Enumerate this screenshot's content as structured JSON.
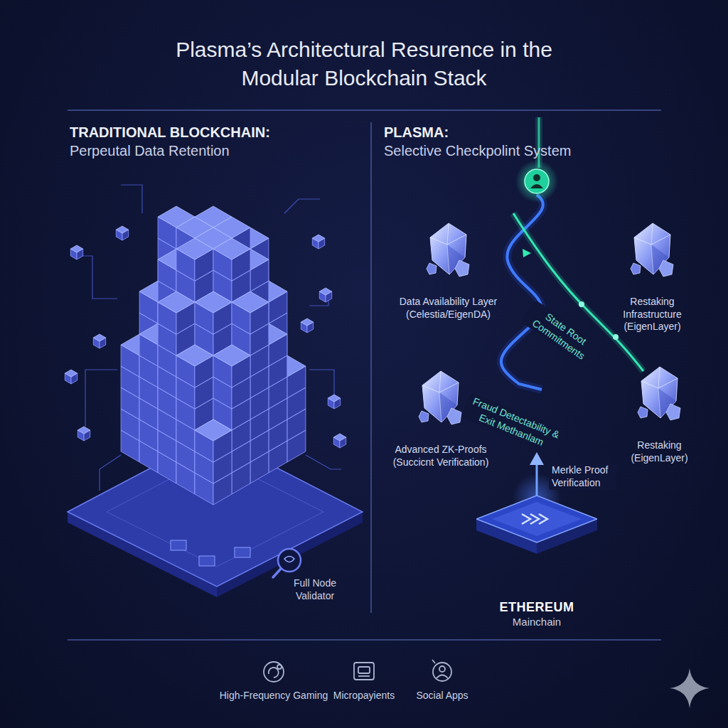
{
  "diagram": {
    "title": "Plasma’s Architectural Resurence in the Modular Blockchain Stack",
    "nodes": [
      {
        "text": [
          "Data Availability Layer (Celestia/EigenDA)"
        ]
      },
      {
        "text": [
          "Restaking Infrastructure (EigenLayer)"
        ]
      },
      {
        "text": [
          "Advanced ZK-Proofs (Succicnt Verification)"
        ]
      },
      {
        "text": [
          "Restaking (EigenLayer)"
        ]
      },
      {
        "text": [
          "ETHEREUM",
          "Mainchain"
        ]
      }
    ],
    "labels": [
      "TRADITIONAL BLOCKCHAIN:",
      "Perpeutal Data Retention",
      "PLASMA:",
      "Selective Checkpolint System",
      "Full Node Validator",
      "State Root Commitments",
      "Fraud Detectability & Exit Methanlam",
      "Merkle Proof Verification",
      "High-Frequency Gaming",
      "Micropayients",
      "Social Apps"
    ]
  }
}
